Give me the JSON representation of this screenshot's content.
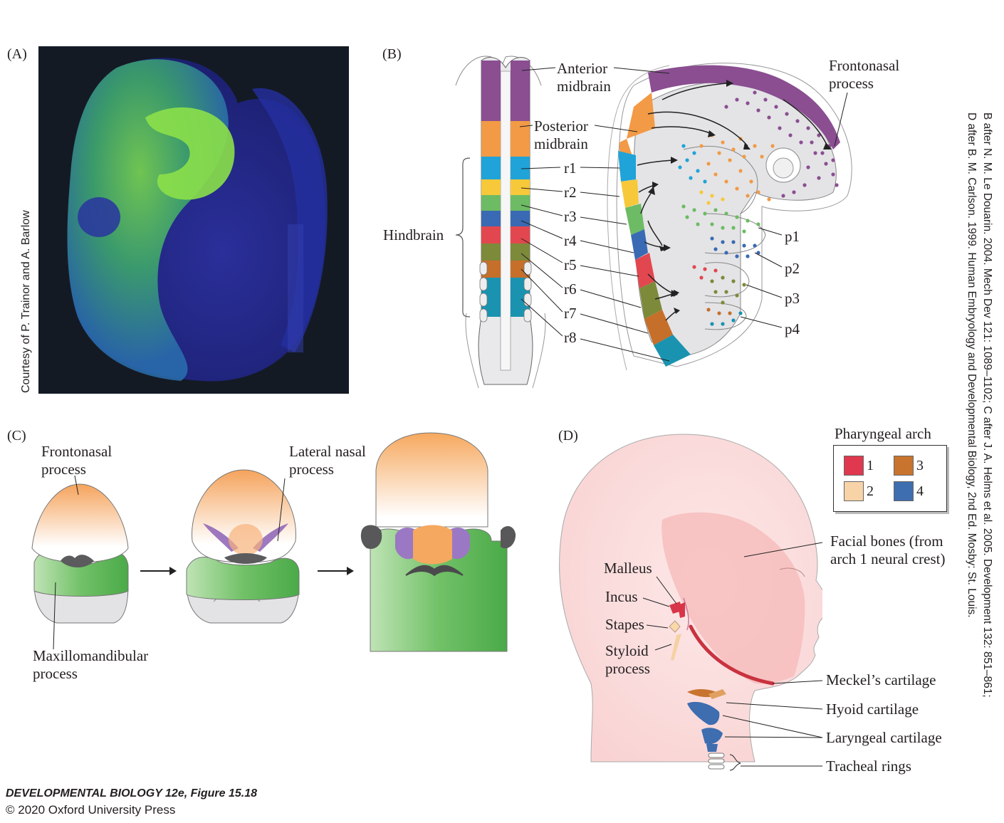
{
  "panels": {
    "a": "(A)",
    "b": "(B)",
    "c": "(C)",
    "d": "(D)"
  },
  "credit_a": "Courtesy of P. Trainor and A. Barlow",
  "panel_b": {
    "anterior_midbrain": [
      "Anterior",
      "midbrain"
    ],
    "posterior_midbrain": [
      "Posterior",
      "midbrain"
    ],
    "hindbrain": "Hindbrain",
    "rhombomeres": [
      "r1",
      "r2",
      "r3",
      "r4",
      "r5",
      "r6",
      "r7",
      "r8"
    ],
    "frontonasal": [
      "Frontonasal",
      "process"
    ],
    "arches": [
      "p1",
      "p2",
      "p3",
      "p4"
    ]
  },
  "panel_c": {
    "frontonasal": [
      "Frontonasal",
      "process"
    ],
    "lateral_nasal": [
      "Lateral nasal",
      "process"
    ],
    "maxillomandibular": [
      "Maxillomandibular",
      "process"
    ]
  },
  "panel_d": {
    "legend_title": "Pharyngeal arch",
    "legend": [
      {
        "label": "1",
        "color": "#e0384f"
      },
      {
        "label": "2",
        "color": "#f8d3a8"
      },
      {
        "label": "3",
        "color": "#c8742f"
      },
      {
        "label": "4",
        "color": "#3e6db0"
      }
    ],
    "facial_bones": [
      "Facial bones (from",
      "arch 1 neural crest)"
    ],
    "malleus": "Malleus",
    "incus": "Incus",
    "stapes": "Stapes",
    "styloid": [
      "Styloid",
      "process"
    ],
    "meckel": "Meckel’s cartilage",
    "hyoid": "Hyoid cartilage",
    "laryngeal": "Laryngeal cartilage",
    "tracheal": "Tracheal rings"
  },
  "credit_right": [
    "B after N. M. Le Douarin. 2004. Mech Dev 121: 1089–1102; C after  J. A. Helms et al. 2005. Development 132: 851–861;",
    "D after B. M. Carlson. 1999. Human Embryology and Developmental Biology, 2nd Ed. Mosby: St. Louis."
  ],
  "footer": {
    "line1": "DEVELOPMENTAL BIOLOGY 12e, Figure 15.18",
    "line2": "© 2020 Oxford University Press"
  }
}
